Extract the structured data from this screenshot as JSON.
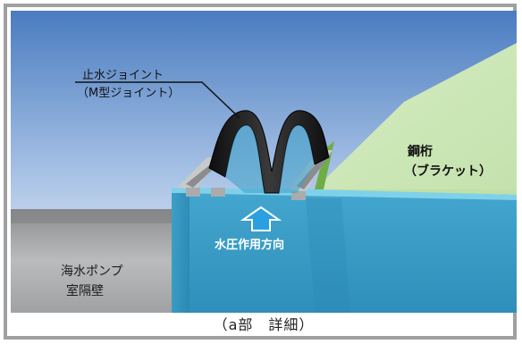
{
  "labels": {
    "joint_line1": "止水ジョイント",
    "joint_line2": "（M型ジョイント）",
    "girder_line1": "鋼桁",
    "girder_line2": "（ブラケット）",
    "pressure": "水圧作用方向",
    "wall_line1": "海水ポンプ",
    "wall_line2": "室隔壁"
  },
  "caption": "（a部　詳細）",
  "colors": {
    "sky_top": "#4f80c3",
    "sky_bottom": "#eef3fa",
    "wall_front": "#3a9cc4",
    "girder": "#cbe6b5",
    "joint": "#1a1a1a",
    "arrow": "#2aa0e0"
  }
}
